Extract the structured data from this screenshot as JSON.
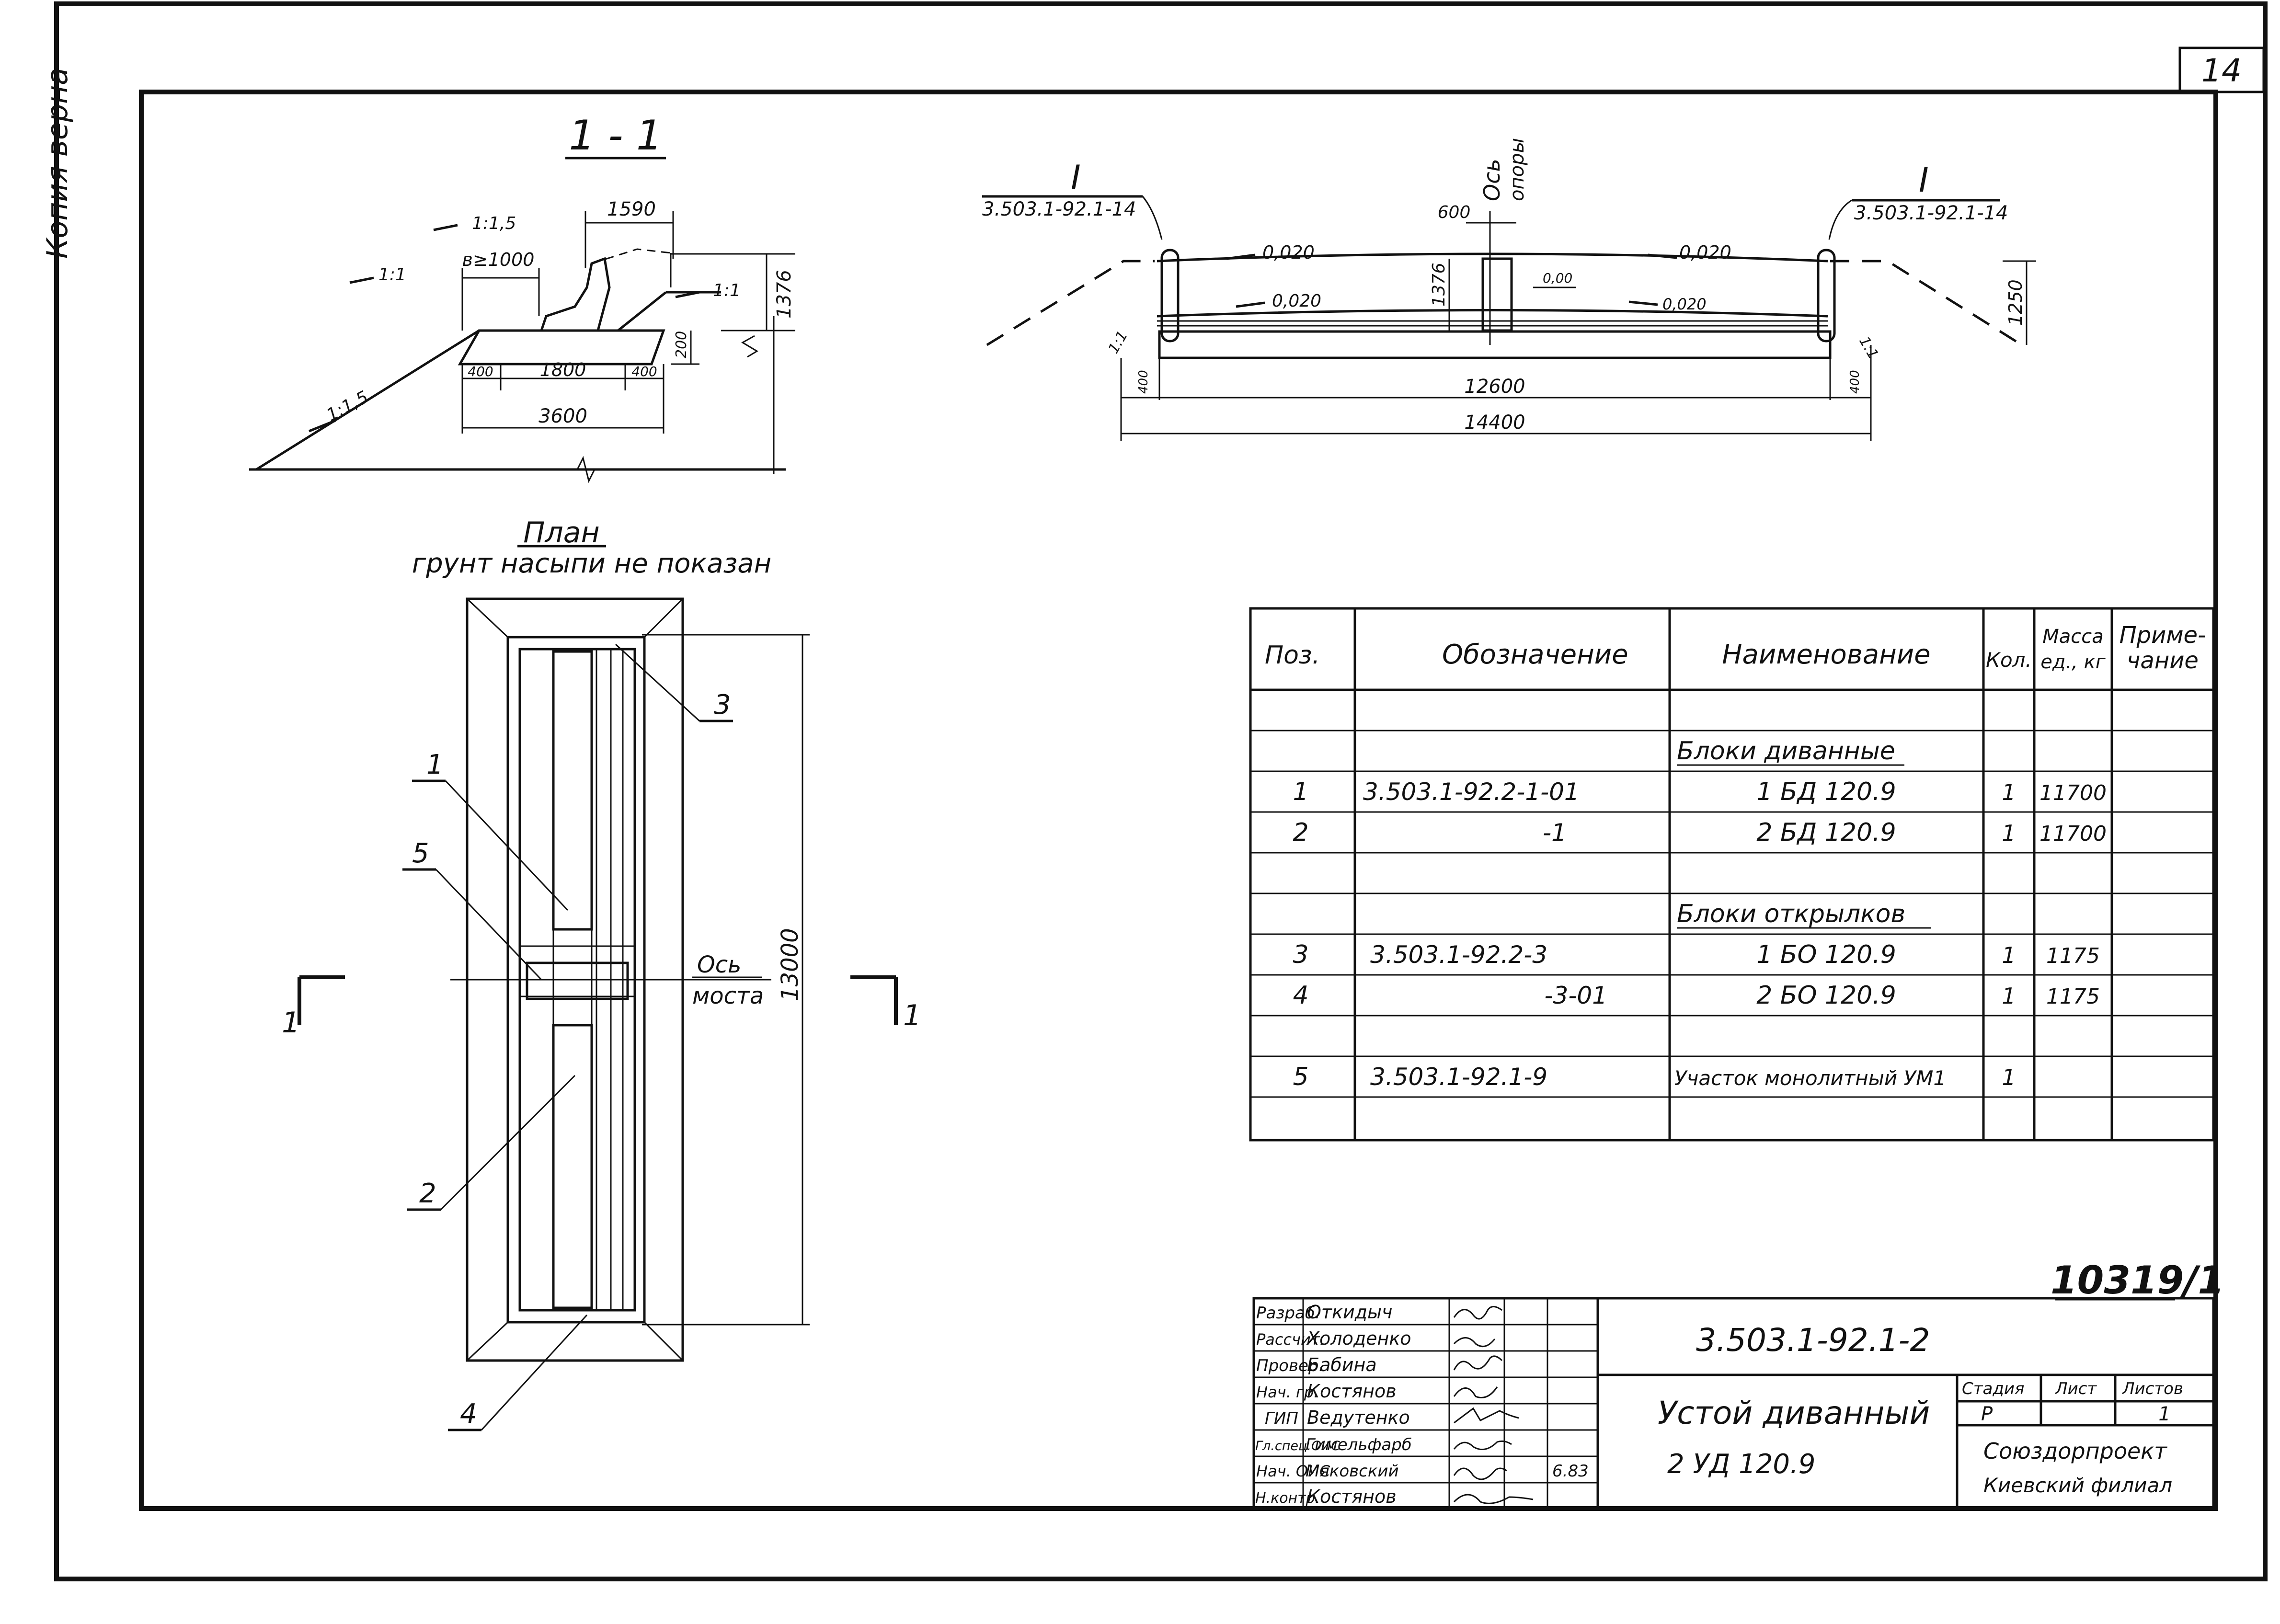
{
  "sheet": {
    "number": "14",
    "side_stamp": "Копия верна",
    "inventory_no": "10319/1"
  },
  "section_1_1": {
    "title": "1 - 1",
    "slope_1_1_5_top": "1:1,5",
    "slope_1_1_left": "1:1",
    "slope_1_1_right": "1:1",
    "slope_1_1_5_bottom": "1:1,5",
    "dim_1590": "1590",
    "dim_b1000": "в≥1000",
    "dim_1376": "1376",
    "dim_200": "200",
    "dim_400_left": "400",
    "dim_1800": "1800",
    "dim_400_right": "400",
    "dim_3600": "3600"
  },
  "section_long": {
    "axis_label_1": "Ось",
    "axis_label_2": "опоры",
    "ref_left_mark": "I",
    "ref_left": "3.503.1-92.1-14",
    "ref_right_mark": "I",
    "ref_right": "3.503.1-92.1-14",
    "dim_600": "600",
    "slope_top_left": "0,020",
    "slope_top_right": "0,020",
    "slope_low_left": "0,020",
    "slope_low_right": "0,020",
    "dim_1376": "1376",
    "level_000": "0,00",
    "dim_1250": "1250",
    "slope_left": "1:1",
    "slope_right": "1:1",
    "dim_400_left": "400",
    "dim_12600": "12600",
    "dim_400_right": "400",
    "dim_14400": "14400"
  },
  "plan": {
    "title": "План",
    "subtitle": "грунт насыпи не показан",
    "callout_1": "1",
    "callout_2": "2",
    "callout_3": "3",
    "callout_4": "4",
    "callout_5": "5",
    "axis_label_1": "Ось",
    "axis_label_2": "моста",
    "dim_13000": "13000",
    "section_mark_left": "1",
    "section_mark_right": "1"
  },
  "spec_table": {
    "headers": {
      "pos": "Поз.",
      "designation": "Обозначение",
      "name": "Наименование",
      "qty": "Кол.",
      "mass_1": "Масса",
      "mass_2": "ед., кг",
      "note_1": "Приме-",
      "note_2": "чание"
    },
    "rows": [
      {
        "pos": "",
        "designation": "",
        "name": "",
        "qty": "",
        "mass": "",
        "note": ""
      },
      {
        "pos": "",
        "designation": "",
        "name": "Блоки диванные",
        "qty": "",
        "mass": "",
        "note": ""
      },
      {
        "pos": "1",
        "designation": "3.503.1-92.2-1-01",
        "name": "1 БД 120.9",
        "qty": "1",
        "mass": "11700",
        "note": ""
      },
      {
        "pos": "2",
        "designation": "-1",
        "name": "2 БД 120.9",
        "qty": "1",
        "mass": "11700",
        "note": ""
      },
      {
        "pos": "",
        "designation": "",
        "name": "",
        "qty": "",
        "mass": "",
        "note": ""
      },
      {
        "pos": "",
        "designation": "",
        "name": "Блоки открылков",
        "qty": "",
        "mass": "",
        "note": ""
      },
      {
        "pos": "3",
        "designation": "3.503.1-92.2-3",
        "name": "1 БО 120.9",
        "qty": "1",
        "mass": "1175",
        "note": ""
      },
      {
        "pos": "4",
        "designation": "-3-01",
        "name": "2 БО 120.9",
        "qty": "1",
        "mass": "1175",
        "note": ""
      },
      {
        "pos": "",
        "designation": "",
        "name": "",
        "qty": "",
        "mass": "",
        "note": ""
      },
      {
        "pos": "5",
        "designation": "3.503.1-92.1-9",
        "name": "Участок монолитный УМ1",
        "qty": "1",
        "mass": "",
        "note": ""
      },
      {
        "pos": "",
        "designation": "",
        "name": "",
        "qty": "",
        "mass": "",
        "note": ""
      }
    ]
  },
  "title_block": {
    "doc_code": "3.503.1-92.1-2",
    "title_line_1": "Устой диванный",
    "title_line_2": "2 УД 120.9",
    "stage_label": "Стадия",
    "sheet_label": "Лист",
    "sheets_label": "Листов",
    "stage": "Р",
    "sheets": "1",
    "org_1": "Союздорпроект",
    "org_2": "Киевский филиал",
    "signature_date": "6.83",
    "people": [
      {
        "role": "Разраб.",
        "name": "Откидыч"
      },
      {
        "role": "Рассчит.",
        "name": "Холоденко"
      },
      {
        "role": "Провер.",
        "name": "Бабина"
      },
      {
        "role": "Нач. гр.",
        "name": "Костянов"
      },
      {
        "role": "ГИП",
        "name": "Ведутенко"
      },
      {
        "role": "Гл.спец.ОИС",
        "name": "Гимельфарб"
      },
      {
        "role": "Нач. ОИС",
        "name": "Мяковский"
      },
      {
        "role": "Н.контр.",
        "name": "Костянов"
      }
    ]
  }
}
